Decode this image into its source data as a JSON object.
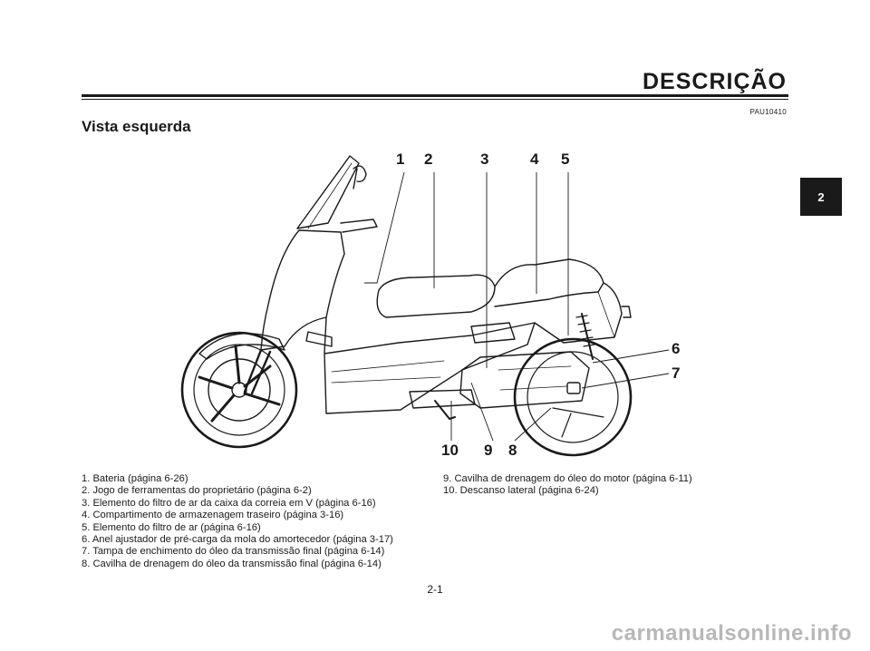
{
  "header": {
    "title": "DESCRIÇÃO",
    "code": "PAU10410"
  },
  "section": {
    "title": "Vista esquerda"
  },
  "tab": {
    "label": "2"
  },
  "callouts": [
    "1",
    "2",
    "3",
    "4",
    "5",
    "6",
    "7",
    "8",
    "9",
    "10"
  ],
  "legend_left": [
    "1. Bateria (página 6-26)",
    "2. Jogo de ferramentas do proprietário (página 6-2)",
    "3. Elemento do filtro de ar da caixa da correia em V (página 6-16)",
    "4. Compartimento de armazenagem traseiro (página 3-16)",
    "5. Elemento do filtro de ar (página 6-16)",
    "6. Anel ajustador de pré-carga da mola do amortecedor (página 3-17)",
    "7. Tampa de enchimento do óleo da transmissão final (página 6-14)",
    "8. Cavilha de drenagem do óleo da transmissão final (página 6-14)"
  ],
  "legend_right": [
    "9. Cavilha de drenagem do óleo do motor (página 6-11)",
    "10. Descanso lateral (página 6-24)"
  ],
  "footer": {
    "page_number": "2-1",
    "watermark": "carmanualsonline.info"
  }
}
